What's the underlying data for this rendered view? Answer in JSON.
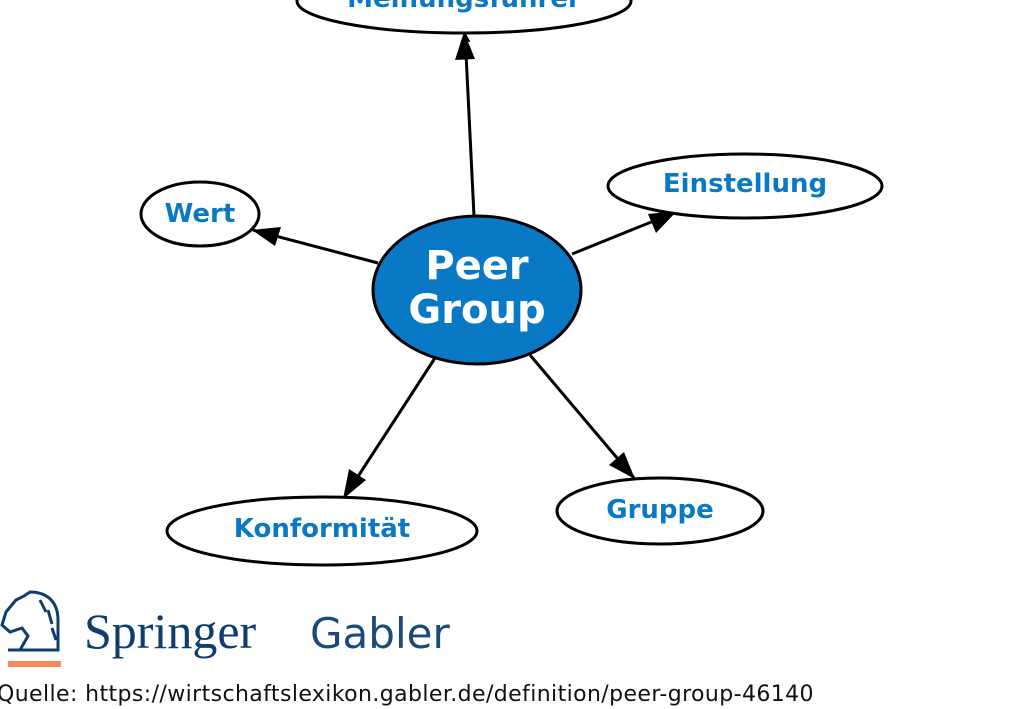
{
  "diagram": {
    "center": {
      "line1": "Peer",
      "line2": "Group"
    },
    "nodes": [
      "Meinungsführer",
      "Wert",
      "Einstellung",
      "Konformität",
      "Gruppe"
    ],
    "colors": {
      "accent": "#0a79c5",
      "center_fill": "#0a79c5",
      "stroke": "#000000"
    }
  },
  "logo": {
    "word1": "Springer",
    "word2": "Gabler"
  },
  "source": "Quelle: https://wirtschaftslexikon.gabler.de/definition/peer-group-46140"
}
